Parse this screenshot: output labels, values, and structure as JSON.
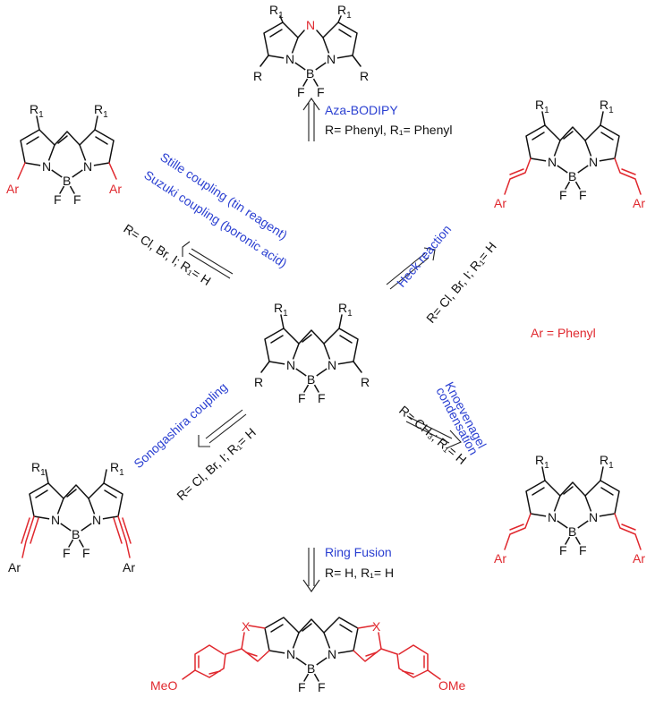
{
  "atoms": {
    "N": "N",
    "B": "B",
    "F": "F",
    "R": "R",
    "R1": "R",
    "R1_sub": "1",
    "Ar": "Ar",
    "X": "X",
    "MeO": "MeO",
    "OMe": "OMe"
  },
  "reactions": {
    "aza": {
      "name": "Aza-BODIPY",
      "conditions": "R= Phenyl, R₁= Phenyl"
    },
    "stille": {
      "name": "Stille coupling (tin reagent)"
    },
    "suzuki": {
      "name": "Suzuki coupling (boronic acid)"
    },
    "stille_conditions": "R= Cl, Br, I; R₁= H",
    "heck": {
      "name": "Heck reaction",
      "conditions": "R= Cl, Br, I; R₁= H"
    },
    "sonogashira": {
      "name": "Sonogashira coupling",
      "conditions": "R= Cl, Br, I; R₁= H"
    },
    "knoevenagel": {
      "name_line1": "Knoevenagel",
      "name_line2": "condensation",
      "conditions": "R= CH₃; R₁= H"
    },
    "ring_fusion": {
      "name": "Ring Fusion",
      "conditions": "R= H, R₁= H"
    }
  },
  "legend": {
    "ar_definition": "Ar = Phenyl"
  },
  "colors": {
    "reaction_name": "#2a3fd1",
    "modification": "#e0282e",
    "bond": "#111111"
  }
}
